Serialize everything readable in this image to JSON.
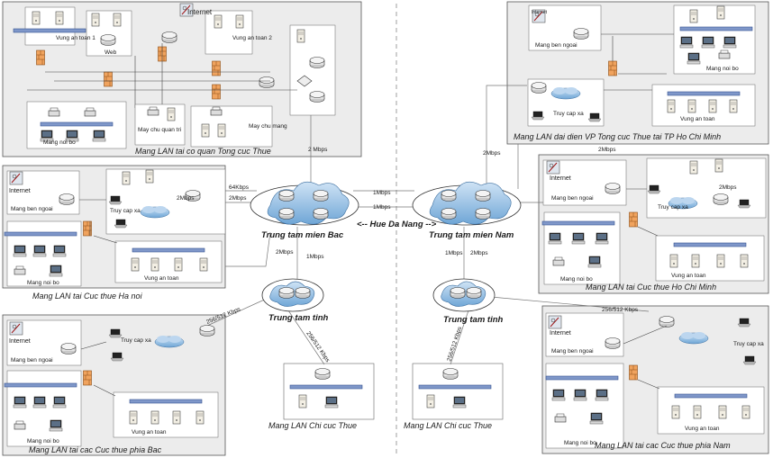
{
  "labels": {
    "vung_an_toan_1": "Vung an toan 1",
    "web": "Web",
    "internet": "Internet",
    "internet_small": "Internet",
    "vung_an_toan_2": "Vung an toan 2",
    "vung_an_toan": "Vung an toan",
    "mang_noi_bo": "Mang noi bo",
    "mang_ben_ngoai": "Mang ben ngoai",
    "truy_cap_xa": "Truy cap xa",
    "may_chu_quan_tri": "May chu quan tri",
    "may_chu_mang": "May chu mang",
    "title_tong_cuc": "Mang LAN tai co quan Tong cuc Thue",
    "title_vp_hcm": "Mang LAN dai dien VP Tong cuc Thue tai TP Ho Chi Minh",
    "title_ha_noi": "Mang LAN tai Cuc thue Ha noi",
    "title_cuc_hcm": "Mang LAN tai Cuc thue Ho Chi Minh",
    "title_phia_bac": "Mang LAN tai cac Cuc thue phia Bac",
    "title_phia_nam": "Mang LAN tai cac Cuc thue phia Nam",
    "title_chi_cuc": "Mang LAN Chi cuc Thue",
    "trung_tam_mien_bac": "Trung tam mien Bac",
    "trung_tam_mien_nam": "Trung tam mien Nam",
    "hue_da_nang": "<-- Hue  Da Nang -->",
    "trung_tam_tinh": "Trung tam tinh"
  },
  "bandwidth": {
    "b2mbps_spaced": "2 Mbps",
    "b2mbps": "2Mbps",
    "b2mbps_short": "2Mbps",
    "b64kbps": "64Kbps",
    "b1mbps": "1Mbps",
    "b1mbps_short": "1Mbps",
    "b256_512": "256/512 Kbps",
    "b256_512_spaced": "256/512 Kbps"
  },
  "colors": {
    "cloud": "#6fa6d6",
    "firewall": "#f0a35e",
    "switch": "#7f97c9",
    "box_fill": "#ececec"
  }
}
